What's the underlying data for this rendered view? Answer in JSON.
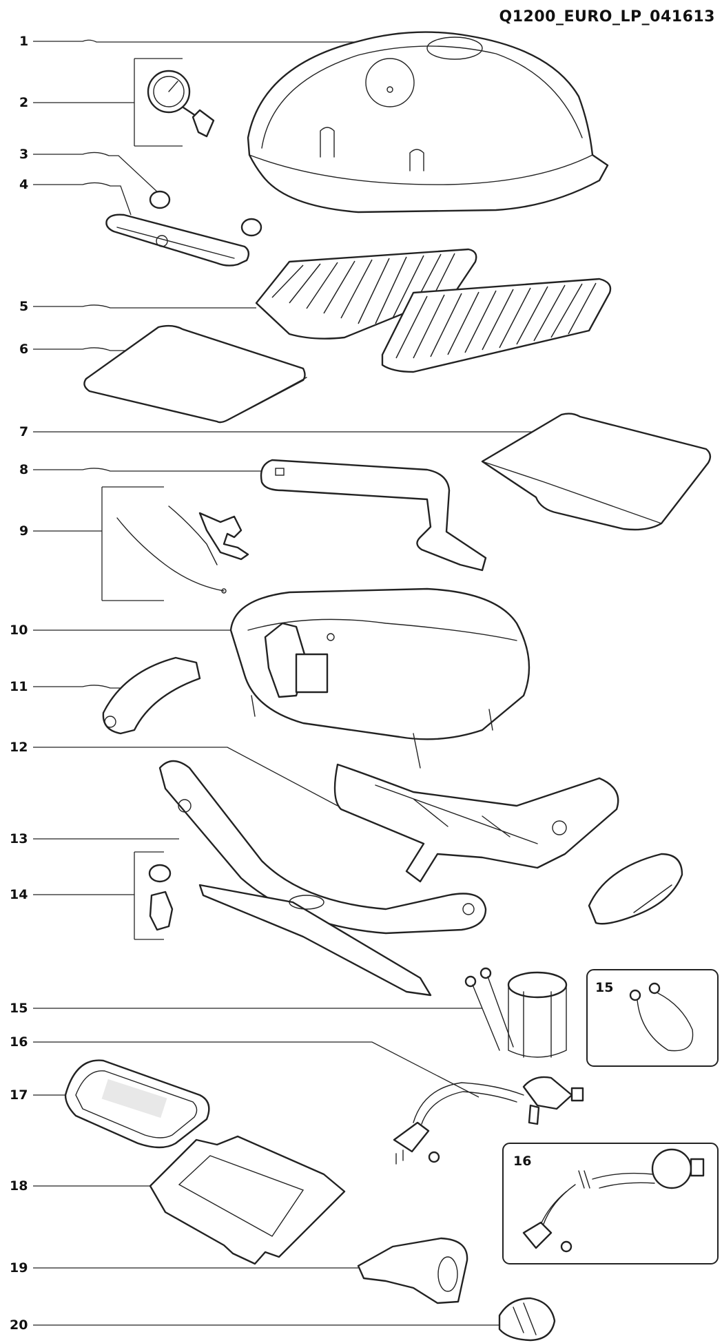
{
  "model_code": "Q1200_EURO_LP_041613",
  "callouts": [
    {
      "id": "1",
      "label": "1"
    },
    {
      "id": "2",
      "label": "2"
    },
    {
      "id": "3",
      "label": "3"
    },
    {
      "id": "4",
      "label": "4"
    },
    {
      "id": "5",
      "label": "5"
    },
    {
      "id": "6",
      "label": "6"
    },
    {
      "id": "7",
      "label": "7"
    },
    {
      "id": "8",
      "label": "8"
    },
    {
      "id": "9",
      "label": "9"
    },
    {
      "id": "10",
      "label": "10"
    },
    {
      "id": "11",
      "label": "11"
    },
    {
      "id": "12",
      "label": "12"
    },
    {
      "id": "13",
      "label": "13"
    },
    {
      "id": "14",
      "label": "14"
    },
    {
      "id": "15",
      "label": "15"
    },
    {
      "id": "16",
      "label": "16"
    },
    {
      "id": "17",
      "label": "17"
    },
    {
      "id": "18",
      "label": "18"
    },
    {
      "id": "19",
      "label": "19"
    },
    {
      "id": "20",
      "label": "20"
    }
  ],
  "inset_15": {
    "label": "15"
  },
  "inset_16": {
    "label": "16"
  }
}
